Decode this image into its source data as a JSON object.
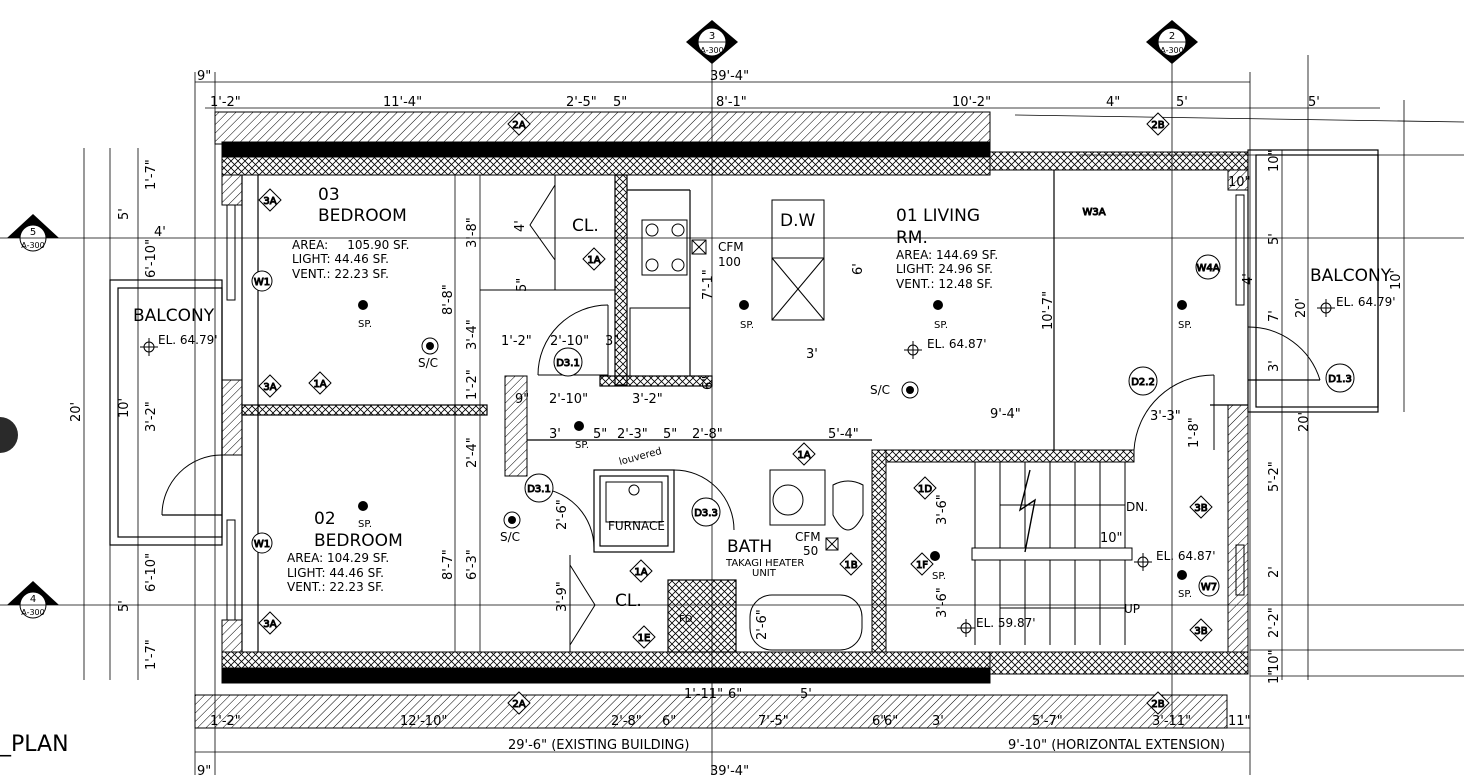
{
  "drawing_title": "_PLAN",
  "section_markers": [
    {
      "num": "3",
      "sheet": "A-300"
    },
    {
      "num": "2",
      "sheet": "A-300"
    },
    {
      "num": "5",
      "sheet": "A-300"
    },
    {
      "num": "4",
      "sheet": "A-300"
    }
  ],
  "dims_top": [
    "9\"",
    "39'-4\"",
    "1'-2\"",
    "11'-4\"",
    "2'-5\"",
    "5\"",
    "8'-1\"",
    "10'-2\"",
    "4\"",
    "5'",
    "5'"
  ],
  "dims_bottom": [
    "1'-2\"",
    "12'-10\"",
    "2'-8\"",
    "6\"",
    "1'-11\"",
    "6\"",
    "5'",
    "7'-5\"",
    "6\"",
    "6\"",
    "3'",
    "5'-7\"",
    "3'-11\"",
    "11\""
  ],
  "dims_overall_bottom": [
    "29'-6\" (EXISTING BUILDING)",
    "9'-10\" (HORIZONTAL EXTENSION)",
    "9\"",
    "39'-4\""
  ],
  "dims_left": [
    "1'-7\"",
    "5'",
    "6'-10\"",
    "4'",
    "20'",
    "10'",
    "3'-2\"",
    "6'-10\"",
    "5'",
    "1'-7\""
  ],
  "dims_interior": [
    "3'-8\"",
    "8'-8\"",
    "3'-4\"",
    "1'-2\"",
    "2'-4\"",
    "6'-3\"",
    "8'-7\"",
    "4'",
    "5\"",
    "1'-2\"",
    "2'-10\"",
    "3\"",
    "9\"",
    "2'-10\"",
    "3'-2\"",
    "3'",
    "5\"",
    "2'-3\"",
    "5\"",
    "2'-8\"",
    "5'-4\"",
    "2'-6\"",
    "3'-9\"",
    "7'-1\"",
    "6\"",
    "6'",
    "3'",
    "10'-7\"",
    "9'-4\"",
    "3'-3\"",
    "1'-8\"",
    "3'-6\"",
    "3'-6\"",
    "10\"",
    "2'-6\""
  ],
  "dims_right": [
    "10\"",
    "10\"",
    "5'",
    "7'",
    "4'",
    "20'",
    "10'",
    "3'",
    "20'",
    "5'-2\"",
    "2'",
    "2'-2\"",
    "10\"",
    "1\""
  ],
  "rooms": [
    {
      "name": "03",
      "name2": "BEDROOM",
      "area": "AREA:     105.90 SF.",
      "light": "LIGHT:  44.46 SF.",
      "vent": "VENT.:  22.23 SF."
    },
    {
      "name": "02",
      "name2": "BEDROOM",
      "area": "AREA:     104.29 SF.",
      "light": "LIGHT:  44.46 SF.",
      "vent": "VENT.:  22.23 SF."
    },
    {
      "name": "01  LIVING",
      "name2": "RM.",
      "area": "AREA:     144.69 SF.",
      "light": "LIGHT:  24.96 SF.",
      "vent": "VENT.:  12.48 SF."
    }
  ],
  "labels": {
    "balcony_left": "BALCONY",
    "balcony_right": "BALCONY",
    "el_left": "EL. 64.79'",
    "el_right": "EL. 64.79'",
    "el_living": "EL. 64.87'",
    "el_stair": "EL. 64.87'",
    "el_lower": "EL. 59.87'",
    "closet1": "CL.",
    "closet2": "CL.",
    "dw": "D.W",
    "cfm1": "CFM",
    "cfm1_val": "100",
    "cfm2": "CFM",
    "cfm2_val": "50",
    "bath": "BATH",
    "heater": "TAKAGI HEATER",
    "heater2": "UNIT",
    "furnace": "FURNACE",
    "louvered": "louvered",
    "sc": "S/C",
    "sp": "SP.",
    "dn": "DN.",
    "up": "UP",
    "fd": "FD"
  },
  "tags": [
    "2A",
    "2B",
    "2A",
    "2B",
    "3A",
    "3A",
    "3A",
    "1A",
    "1A",
    "1A",
    "1A",
    "1B",
    "1D",
    "1F",
    "1E",
    "3B",
    "3B",
    "W1",
    "W1",
    "W3A",
    "W4A",
    "W7",
    "D1.3",
    "D2.2",
    "D3.1",
    "D3.1",
    "D3.3"
  ]
}
